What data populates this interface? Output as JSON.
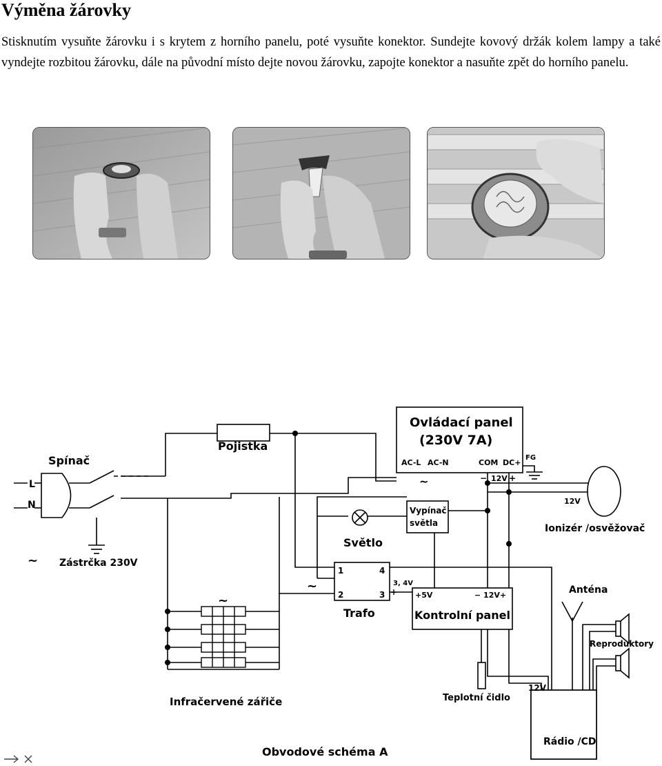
{
  "section": {
    "title": "Výměna žárovky",
    "text": "Stisknutím vysuňte žárovku i s krytem z horního panelu, poté vysuňte konektor. Sundejte kovový držák kolem lampy a také vyndejte rozbitou žárovku, dále na původní místo dejte novou žárovku, zapojte konektor a nasuňte zpět do horního panelu."
  },
  "diagram": {
    "caption": "Obvodové schéma A",
    "control_panel": {
      "title": "Ovládací panel",
      "rating": "(230V  7A)",
      "ac_l": "AC-L",
      "ac_n": "AC-N",
      "com": "COM",
      "dc_plus": "DC+",
      "fg": "FG",
      "minus": "−",
      "v12": "12V",
      "plus": "+"
    },
    "fuse": "Pojistka",
    "switch": "Spínač",
    "l": "L",
    "n": "N",
    "plug": "Zástrčka 230V",
    "light": "Světlo",
    "light_switch_line1": "Vypínač",
    "light_switch_line2": "světla",
    "ionizer": "Ionizér /osvěžovač",
    "ionizer_v": "12V",
    "trafo": "Trafo",
    "trafo_pins": [
      "1",
      "4",
      "2",
      "3"
    ],
    "trafo_v": "3, 4V",
    "trafo_plus": "+",
    "kontrolni_panel": "Kontrolní panel",
    "kp_5v": "+5V",
    "kp_12v": "− 12V+",
    "antenna": "Anténa",
    "speakers": "Reproduktory",
    "sensor": "Teplotní čidlo",
    "radio_v": "12V",
    "radio": "Rádio /CD",
    "heaters": "Infračervené zářiče",
    "ac_symbol": "~"
  }
}
